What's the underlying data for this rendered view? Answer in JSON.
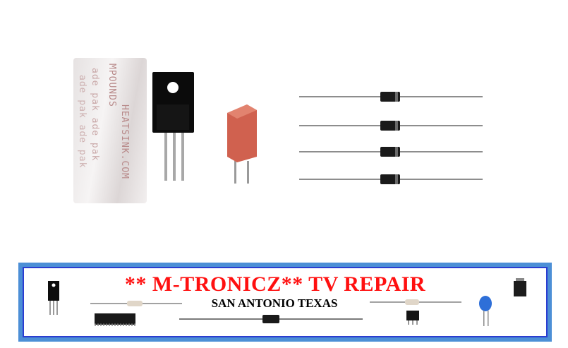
{
  "banner": {
    "title": "** M-TRONICZ**  TV REPAIR",
    "subtitle": "SAN ANTONIO TEXAS"
  },
  "packet": {
    "lines": [
      "MPOUNDS",
      "HEATSINK.COM",
      "ade pak  ade pak",
      "ade pak  ade pak"
    ]
  },
  "colors": {
    "banner_border": "#4c8fd6",
    "banner_inner_border": "#2b3dd0",
    "title_red": "#ff1010",
    "capacitor": "#d96b5b",
    "diode_body": "#1a1a1a"
  }
}
